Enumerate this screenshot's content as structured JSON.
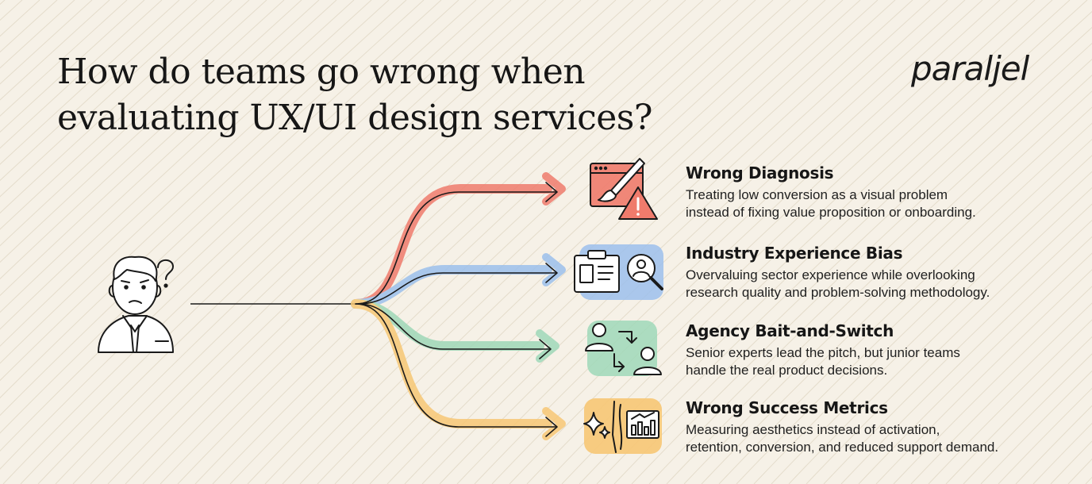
{
  "title": {
    "line1": "How do teams go wrong when",
    "line2": "evaluating UX/UI design services?"
  },
  "logo": "paraljel",
  "colors": {
    "background": "#f6f1e7",
    "red": "#ef7b6c",
    "blue": "#9cc0ec",
    "green": "#9fd8b8",
    "orange": "#f7c774"
  },
  "items": [
    {
      "title": "Wrong Diagnosis",
      "desc1": "Treating low conversion as a visual problem",
      "desc2": "instead of fixing value proposition or onboarding.",
      "icon": "browser-paintbrush-warning-icon",
      "color": "#ef7b6c"
    },
    {
      "title": "Industry Experience Bias",
      "desc1": "Overvaluing sector experience while overlooking",
      "desc2": "research quality and problem-solving methodology.",
      "icon": "id-badge-magnifier-icon",
      "color": "#9cc0ec"
    },
    {
      "title": "Agency Bait-and-Switch",
      "desc1": "Senior experts lead the pitch, but junior teams",
      "desc2": "handle the real product decisions.",
      "icon": "person-swap-icon",
      "color": "#9fd8b8"
    },
    {
      "title": "Wrong Success Metrics",
      "desc1": "Measuring aesthetics instead of activation,",
      "desc2": "retention, conversion, and reduced support demand.",
      "icon": "sparkle-vs-chart-icon",
      "color": "#f7c774"
    }
  ]
}
